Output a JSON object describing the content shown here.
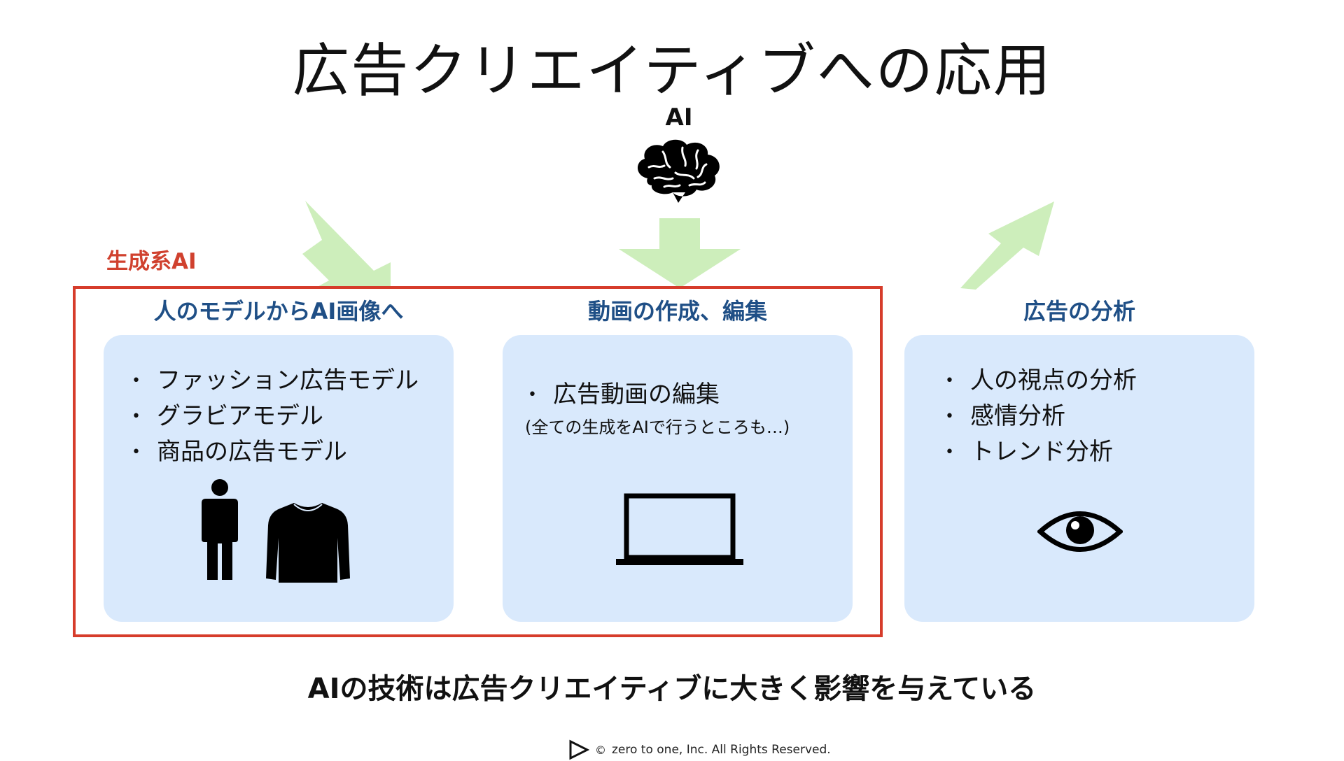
{
  "title": "広告クリエイティブへの応用",
  "ai_label": "AI",
  "generative_label": "生成系AI",
  "colors": {
    "frame": "#d63c2b",
    "panel": "#d9e9fc",
    "heading": "#1f4f86",
    "arrow": "#cdeebb"
  },
  "columns": [
    {
      "heading": "人のモデルからAI画像へ",
      "bullets": [
        "ファッション広告モデル",
        "グラビアモデル",
        "商品の広告モデル"
      ],
      "icons": [
        "person-icon",
        "sweater-icon"
      ]
    },
    {
      "heading": "動画の作成、編集",
      "bullets": [
        "広告動画の編集"
      ],
      "note": "(全ての生成をAIで行うところも…)",
      "icons": [
        "laptop-icon"
      ]
    },
    {
      "heading": "広告の分析",
      "bullets": [
        "人の視点の分析",
        "感情分析",
        "トレンド分析"
      ],
      "icons": [
        "eye-icon"
      ]
    }
  ],
  "bottom_message": "AIの技術は広告クリエイティブに大きく影響を与えている",
  "footer": {
    "copyright_symbol": "©",
    "text": "zero to one, Inc. All Rights Reserved."
  }
}
